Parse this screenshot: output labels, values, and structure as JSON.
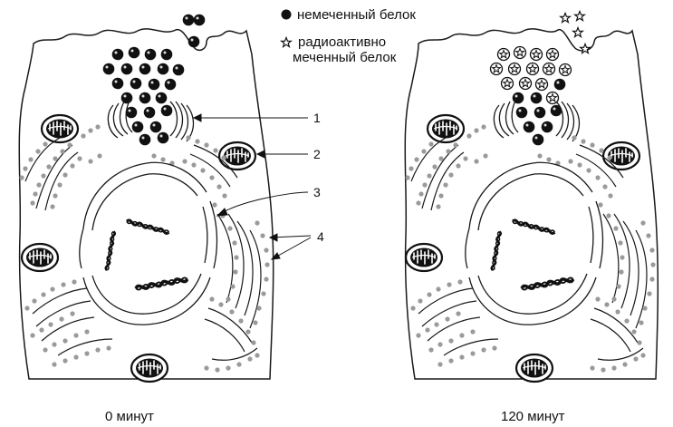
{
  "legend": {
    "unlabeled_protein": "немеченный белок",
    "radioactive_line1": "радиоактивно",
    "radioactive_line2": "меченный белок"
  },
  "callouts": [
    "1",
    "2",
    "3",
    "4"
  ],
  "captions": {
    "left": "0 минут",
    "right": "120 минут"
  },
  "icons": {
    "unlabeled": "filled-dot-icon",
    "labeled": "star-icon"
  },
  "colors": {
    "outline": "#1a1a1a",
    "ribosome": "#9a9a9a",
    "granule": "#111111"
  }
}
